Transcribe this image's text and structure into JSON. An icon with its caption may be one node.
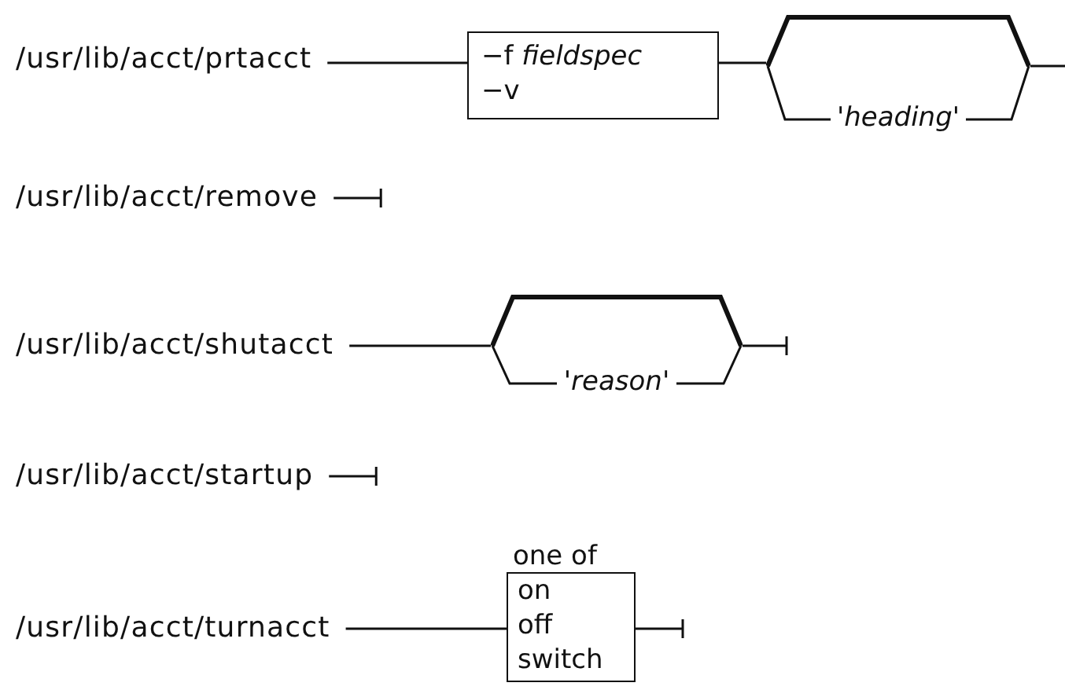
{
  "diagram": {
    "nodes": [
      {
        "text": [
          "/usr/lib/acct/prtacct"
        ]
      },
      {
        "text": [
          "−f *fieldspec*",
          "−v"
        ]
      },
      {
        "text": [
          "'heading'"
        ]
      },
      {
        "text": [
          "/usr/lib/acct/remove"
        ]
      },
      {
        "text": [
          "/usr/lib/acct/shutacct"
        ]
      },
      {
        "text": [
          "'reason'"
        ]
      },
      {
        "text": [
          "/usr/lib/acct/startup"
        ]
      },
      {
        "text": [
          "/usr/lib/acct/turnacct"
        ]
      },
      {
        "text": [
          "one of",
          "on",
          "off",
          "switch"
        ]
      }
    ],
    "edges": [
      {
        "from": 0,
        "to": 1,
        "arrow": "none"
      },
      {
        "from": 1,
        "to": 2,
        "arrow": "none"
      },
      {
        "from": 2,
        "to": null,
        "arrow": "none"
      },
      {
        "from": 3,
        "to": null,
        "arrow": "other"
      },
      {
        "from": 4,
        "to": 5,
        "arrow": "none"
      },
      {
        "from": 5,
        "to": null,
        "arrow": "other"
      },
      {
        "from": 6,
        "to": null,
        "arrow": "other"
      },
      {
        "from": 7,
        "to": 8,
        "arrow": "none"
      },
      {
        "from": 8,
        "to": null,
        "arrow": "other"
      }
    ]
  }
}
